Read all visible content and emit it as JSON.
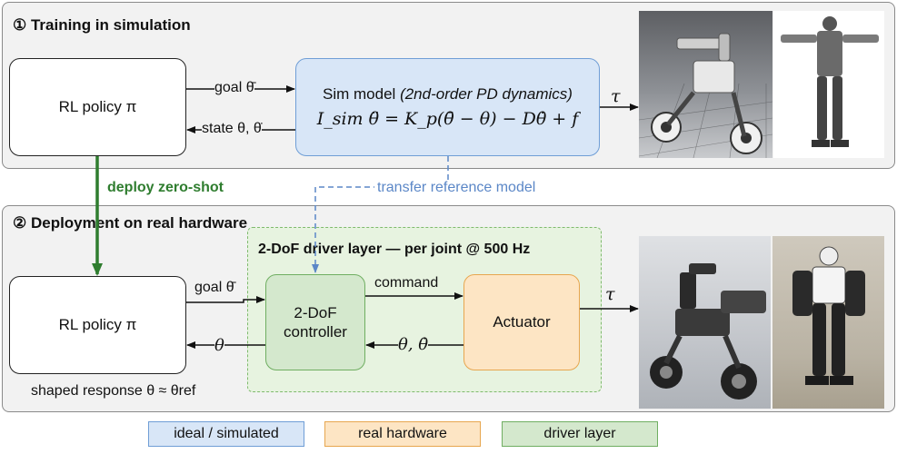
{
  "panel1": {
    "title": "① Training in simulation"
  },
  "panel2": {
    "title": "② Deployment on real hardware"
  },
  "sim_policy": {
    "label": "RL policy π"
  },
  "sim_model": {
    "line1": "Sim model",
    "line1_note": "(2nd-order PD dynamics)",
    "equation": "I_sim θ̈ = K_p(θ̄ − θ) − Dθ̇ + f"
  },
  "sim_arrows": {
    "goal": "goal θ̄",
    "state": "state θ, θ̇",
    "tau": "τ"
  },
  "deploy_label": "deploy zero-shot",
  "transfer_label": "transfer reference model",
  "driver_layer": {
    "title": "2-DoF driver layer — per joint @ 500 Hz"
  },
  "real_policy": {
    "label": "RL policy π"
  },
  "controller": {
    "line1": "2-DoF",
    "line2": "controller"
  },
  "actuator": {
    "label": "Actuator"
  },
  "real_arrows": {
    "goal": "goal θ̄",
    "theta": "θ",
    "command": "command",
    "feedback": "θ, θ̇",
    "tau": "τ"
  },
  "shaped_response": "shaped response θ ≈ θref",
  "legend": [
    {
      "label": "ideal / simulated",
      "fill": "#d8e6f7",
      "border": "#6f9ed6"
    },
    {
      "label": "real hardware",
      "fill": "#fde5c4",
      "border": "#e7a64f"
    },
    {
      "label": "driver layer",
      "fill": "#d4e8cd",
      "border": "#6fae61"
    }
  ],
  "colors": {
    "deploy": "#2f7d2f",
    "transfer": "#5b87c7",
    "arrow": "#111111"
  }
}
